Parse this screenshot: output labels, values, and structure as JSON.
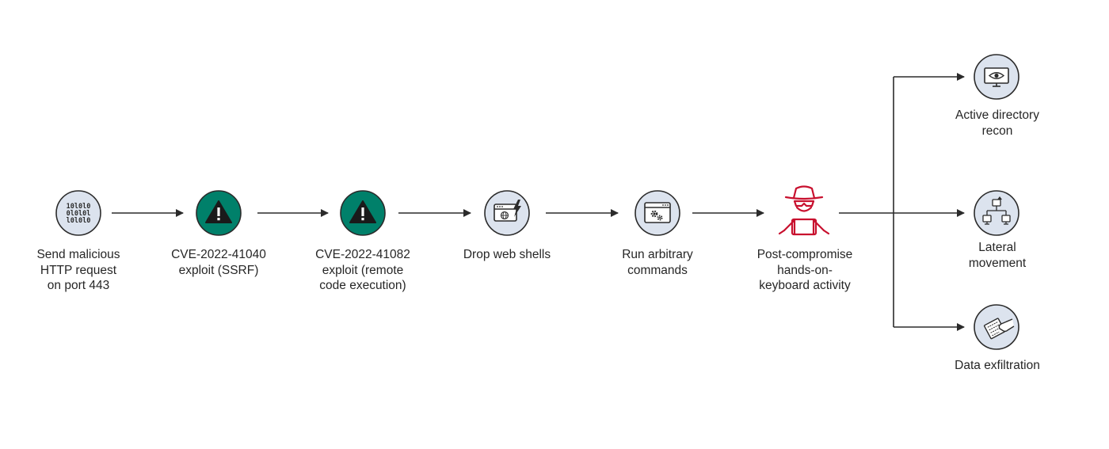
{
  "colors": {
    "neutral_fill": "#dce3ee",
    "neutral_stroke": "#2b2b2b",
    "alert_fill": "#00806a",
    "threat_red": "#c8102e",
    "arrow": "#2b2b2b",
    "text": "#262626"
  },
  "nodes": [
    {
      "id": "send-request",
      "icon": "binary-data-icon",
      "label_lines": [
        "Send malicious",
        "HTTP request",
        "on port 443"
      ]
    },
    {
      "id": "ssrf-exploit",
      "icon": "warning-icon",
      "label_lines": [
        "CVE-2022-41040",
        "exploit (SSRF)"
      ]
    },
    {
      "id": "rce-exploit",
      "icon": "warning-icon",
      "label_lines": [
        "CVE-2022-41082",
        "exploit (remote",
        "code execution)"
      ]
    },
    {
      "id": "web-shells",
      "icon": "web-shell-icon",
      "label_lines": [
        "Drop web shells"
      ]
    },
    {
      "id": "run-commands",
      "icon": "gear-window-icon",
      "label_lines": [
        "Run arbitrary",
        "commands"
      ]
    },
    {
      "id": "post-compromise",
      "icon": "hacker-icon",
      "label_lines": [
        "Post-compromise",
        "hands-on-",
        "keyboard activity"
      ]
    },
    {
      "id": "ad-recon",
      "icon": "monitor-eye-icon",
      "label_lines": [
        "Active directory",
        "recon"
      ]
    },
    {
      "id": "lateral-movement",
      "icon": "network-icon",
      "label_lines": [
        "Lateral",
        "movement"
      ]
    },
    {
      "id": "data-exfiltration",
      "icon": "hand-document-icon",
      "label_lines": [
        "Data exfiltration"
      ]
    }
  ]
}
